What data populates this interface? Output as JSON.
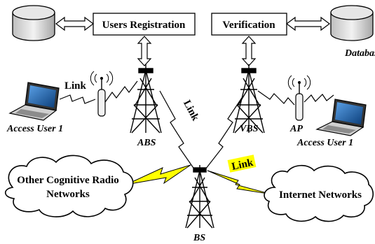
{
  "boxes": {
    "users_registration": "Users Registration",
    "verification": "Verification"
  },
  "labels": {
    "database": "Database",
    "link_left": "Link",
    "link_diagonal": "Link",
    "link_highlight": "Link",
    "access_user_1": "Access User 1",
    "access_user_n": "Access User 1",
    "abs": "ABS",
    "vbs": "VBS",
    "ap": "AP",
    "bs": "BS",
    "cloud_left_line1": "Other Cognitive Radio",
    "cloud_left_line2": "Networks",
    "cloud_right": "Internet Networks"
  },
  "colors": {
    "line": "#000000",
    "lightning": "#ffff00",
    "highlight": "#ffff00",
    "db_fill": "#d9d9d9",
    "screen": "#1f6fbf"
  }
}
